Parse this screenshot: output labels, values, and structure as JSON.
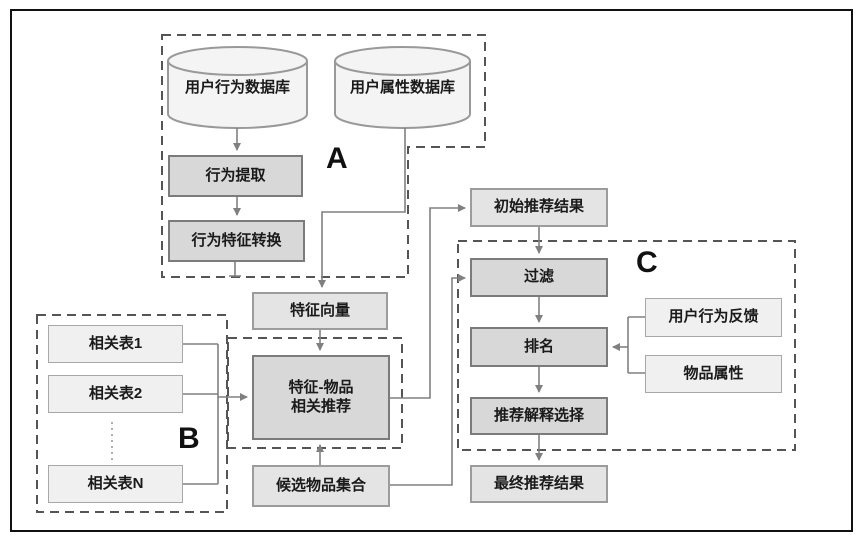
{
  "diagram_title": "recommendation-system-flowchart",
  "group_labels": {
    "a": "A",
    "b": "B",
    "c": "C"
  },
  "nodes": {
    "user_behavior_db": {
      "label": "用户行为数据库",
      "type": "cylinder"
    },
    "user_attr_db": {
      "label": "用户属性数据库",
      "type": "cylinder"
    },
    "behavior_extract": {
      "label": "行为提取"
    },
    "behavior_feature_convert": {
      "label": "行为特征转换"
    },
    "feature_vector": {
      "label": "特征向量"
    },
    "related_table_1": {
      "label": "相关表1"
    },
    "related_table_2": {
      "label": "相关表2"
    },
    "related_table_n": {
      "label": "相关表N"
    },
    "feature_item_rec": {
      "label_line1": "特征-物品",
      "label_line2": "相关推荐"
    },
    "candidate_item_set": {
      "label": "候选物品集合"
    },
    "initial_rec_result": {
      "label": "初始推荐结果"
    },
    "filter": {
      "label": "过滤"
    },
    "ranking": {
      "label": "排名"
    },
    "rec_explain_select": {
      "label": "推荐解释选择"
    },
    "final_rec_result": {
      "label": "最终推荐结果"
    },
    "user_behavior_feedback": {
      "label": "用户行为反馈"
    },
    "item_attributes": {
      "label": "物品属性"
    }
  },
  "edges": [
    {
      "from": "user_behavior_db",
      "to": "behavior_extract"
    },
    {
      "from": "behavior_extract",
      "to": "behavior_feature_convert"
    },
    {
      "from": "behavior_feature_convert",
      "to": "group_A_boundary"
    },
    {
      "from": "user_attr_db",
      "to": "feature_vector"
    },
    {
      "from": "feature_vector",
      "to": "feature_item_rec"
    },
    {
      "from": "related_table_1",
      "to": "feature_item_rec"
    },
    {
      "from": "related_table_2",
      "to": "feature_item_rec"
    },
    {
      "from": "related_table_n",
      "to": "feature_item_rec"
    },
    {
      "from": "candidate_item_set",
      "to": "feature_item_rec"
    },
    {
      "from": "candidate_item_set",
      "to": "filter"
    },
    {
      "from": "feature_item_rec",
      "to": "initial_rec_result"
    },
    {
      "from": "initial_rec_result",
      "to": "filter"
    },
    {
      "from": "filter",
      "to": "ranking"
    },
    {
      "from": "ranking",
      "to": "rec_explain_select"
    },
    {
      "from": "rec_explain_select",
      "to": "final_rec_result"
    },
    {
      "from": "user_behavior_feedback",
      "to": "ranking"
    },
    {
      "from": "item_attributes",
      "to": "ranking"
    }
  ],
  "colors": {
    "frame_border": "#111111",
    "strong_box_fill": "#d8d8d8",
    "mid_box_fill": "#e4e4e4",
    "light_box_fill": "#f0f0f0",
    "cylinder_fill": "#f4f4f4",
    "line": "#808080",
    "dashed_box": "#555555"
  }
}
